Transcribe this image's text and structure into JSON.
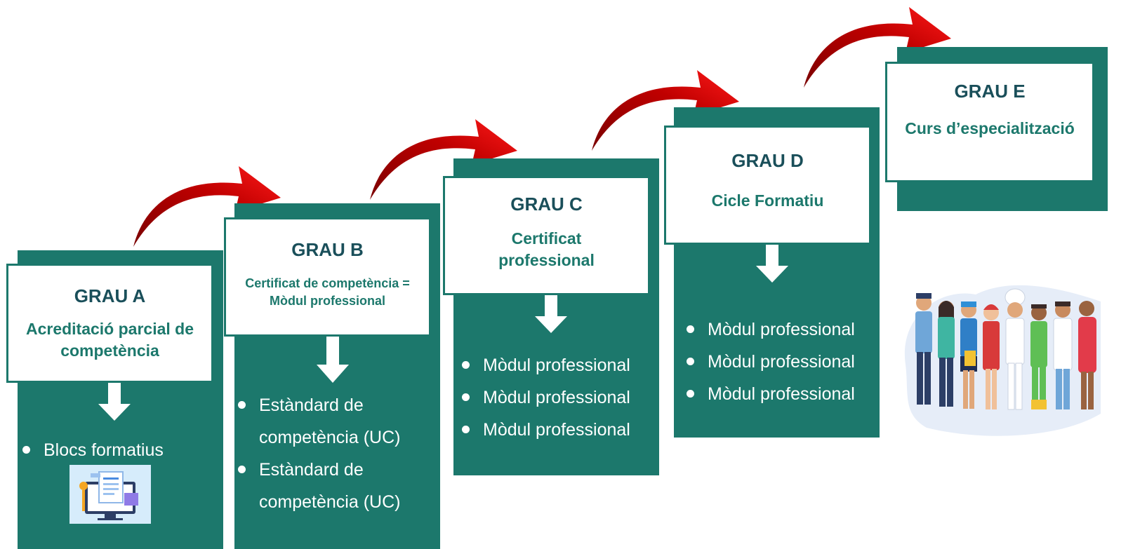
{
  "grades": [
    {
      "title": "GRAU A",
      "subtitle": "Acreditació parcial de competència",
      "items": [
        "Blocs formatius"
      ]
    },
    {
      "title": "GRAU B",
      "subtitle": "Certificat de competència = Mòdul professional",
      "items": [
        "Estàndard de competència (UC)",
        "Estàndard de competència (UC)"
      ]
    },
    {
      "title": "GRAU C",
      "subtitle": "Certificat professional",
      "items": [
        "Mòdul professional",
        "Mòdul professional",
        "Mòdul professional"
      ]
    },
    {
      "title": "GRAU D",
      "subtitle": "Cicle Formatiu",
      "items": [
        "Mòdul professional",
        "Mòdul professional",
        "Mòdul professional"
      ]
    },
    {
      "title": "GRAU E",
      "subtitle": "Curs d’especialització",
      "items": []
    }
  ],
  "illustrations": {
    "grau_a_icon": "computer-document-icon",
    "workers": "professionals-group-illustration"
  },
  "colors": {
    "panel": "#1c786c",
    "title": "#1a4f5a",
    "arrow": "#c00000"
  }
}
